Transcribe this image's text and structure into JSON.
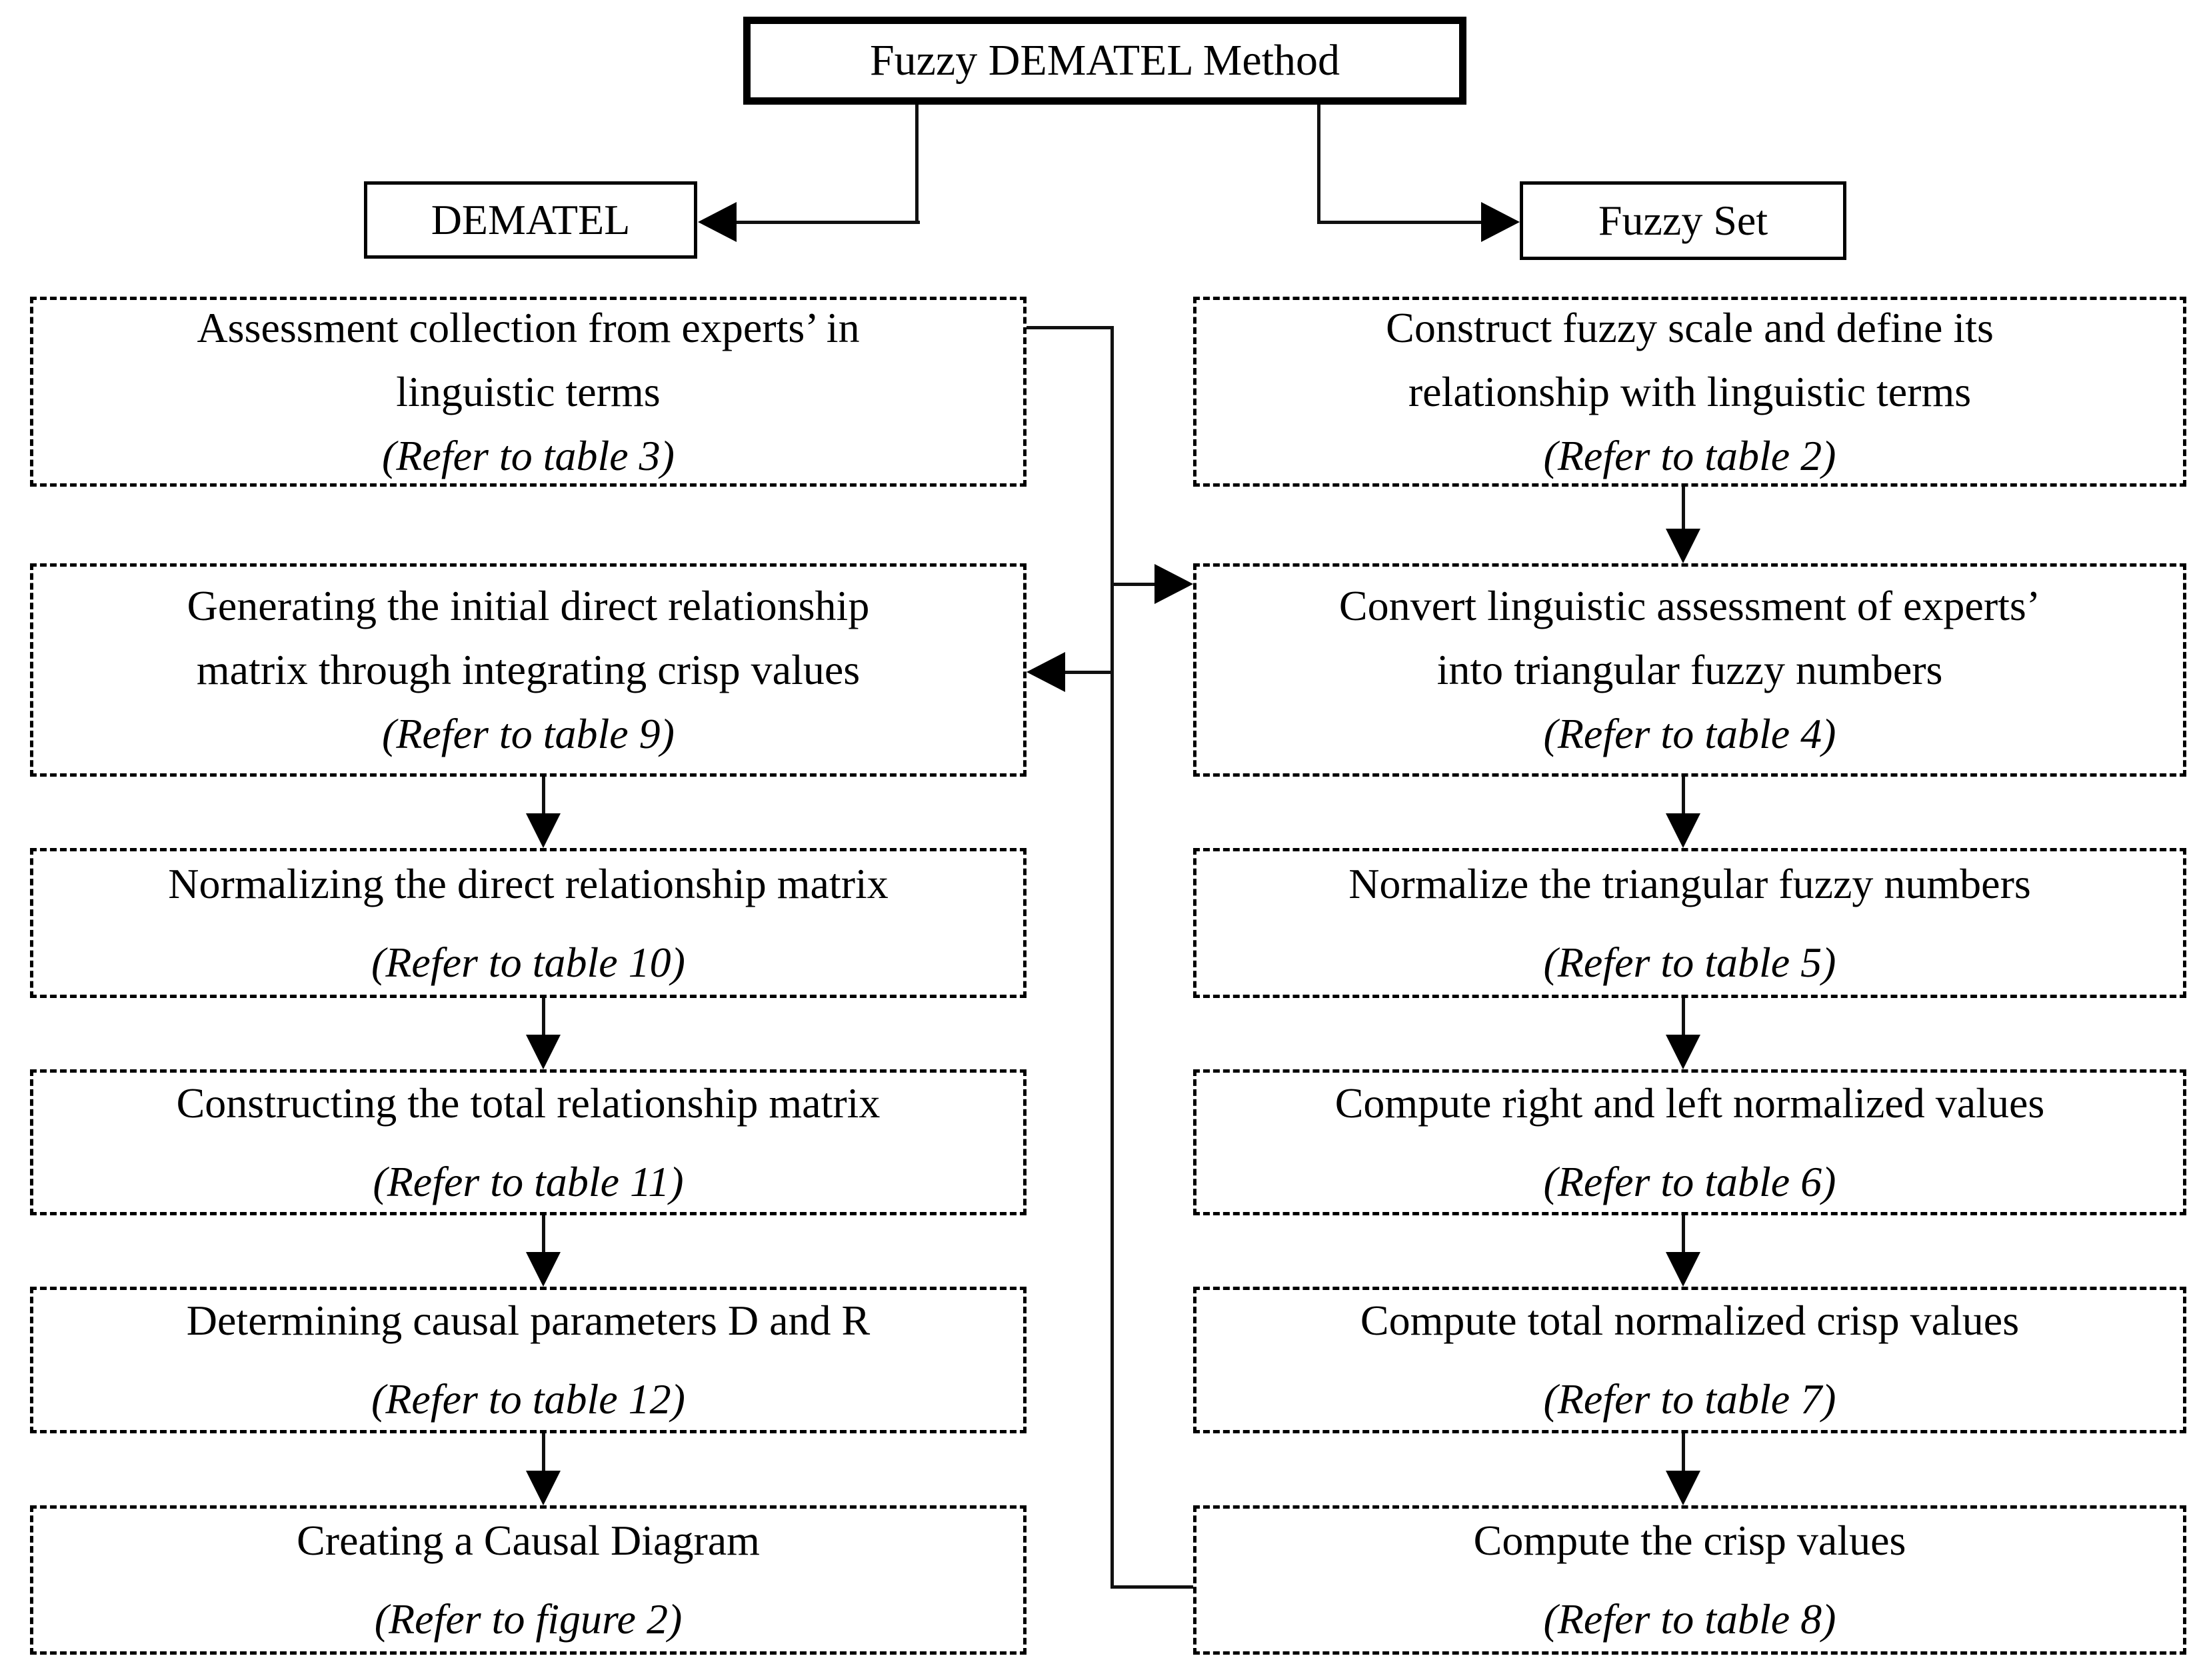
{
  "title": "Fuzzy DEMATEL Method",
  "branches": {
    "left": "DEMATEL",
    "right": "Fuzzy Set"
  },
  "left_steps": [
    {
      "lines": [
        "Assessment collection from experts’ in",
        "linguistic terms"
      ],
      "ref": "(Refer to table 3)"
    },
    {
      "lines": [
        "Generating the initial direct relationship",
        "matrix through integrating crisp values"
      ],
      "ref": "(Refer to table 9)"
    },
    {
      "lines": [
        "Normalizing the direct relationship matrix"
      ],
      "ref": "(Refer to table 10)"
    },
    {
      "lines": [
        "Constructing the total relationship matrix"
      ],
      "ref": "(Refer to table 11)"
    },
    {
      "lines": [
        "Determining causal parameters D and R"
      ],
      "ref": "(Refer to table 12)"
    },
    {
      "lines": [
        "Creating a Causal Diagram"
      ],
      "ref": "(Refer to figure 2)"
    }
  ],
  "right_steps": [
    {
      "lines": [
        "Construct fuzzy scale and define its",
        "relationship with linguistic terms"
      ],
      "ref": "(Refer to table 2)"
    },
    {
      "lines": [
        "Convert linguistic assessment of experts’",
        "into triangular fuzzy numbers"
      ],
      "ref": "(Refer to table 4)"
    },
    {
      "lines": [
        "Normalize the triangular fuzzy numbers"
      ],
      "ref": "(Refer to table 5)"
    },
    {
      "lines": [
        "Compute right and left normalized values"
      ],
      "ref": "(Refer to table 6)"
    },
    {
      "lines": [
        "Compute total normalized crisp values"
      ],
      "ref": "(Refer to table 7)"
    },
    {
      "lines": [
        "Compute the crisp values"
      ],
      "ref": "(Refer to table 8)"
    }
  ],
  "colors": {
    "ink": "#000000",
    "background": "#ffffff"
  }
}
